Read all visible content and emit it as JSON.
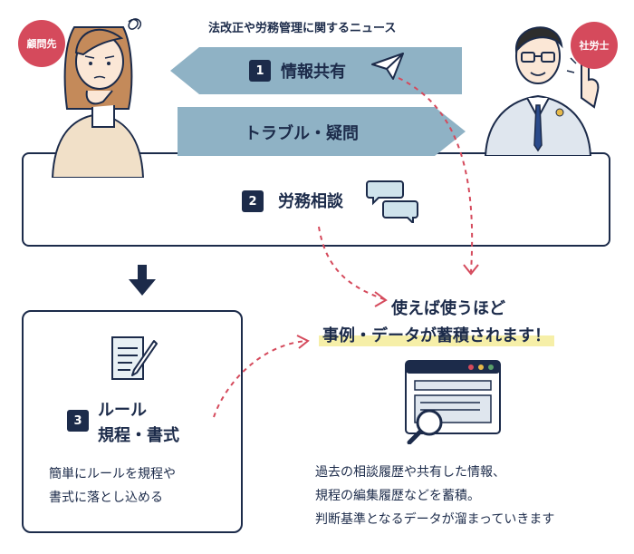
{
  "labels": {
    "client": "顧問先",
    "consultant": "社労士"
  },
  "flow": {
    "news_caption": "法改正や労務管理に関するニュース",
    "step1": {
      "number": "1",
      "label": "情報共有"
    },
    "trouble": "トラブル・疑問",
    "step2": {
      "number": "2",
      "label": "労務相談"
    },
    "step3": {
      "number": "3",
      "label_line1": "ルール",
      "label_line2": "規程・書式"
    },
    "step3_desc_line1": "簡単にルールを規程や",
    "step3_desc_line2": "書式に落とし込める"
  },
  "headline": {
    "line1": "使えば使うほど",
    "line2": "事例・データが蓄積されます！"
  },
  "accumulate": {
    "line1": "過去の相談履歴や共有した情報、",
    "line2": "規程の編集履歴などを蓄積。",
    "line3": "判断基準となるデータが溜まっていきます"
  },
  "colors": {
    "navy": "#1c2b4a",
    "arrow_blue": "#8fb2c5",
    "accent_red": "#d54a5c",
    "highlight_yellow": "#f6efa8"
  }
}
